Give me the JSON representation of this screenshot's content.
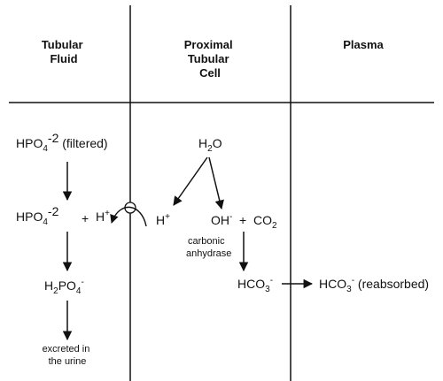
{
  "headers": {
    "col1": [
      "Tubular",
      "Fluid"
    ],
    "col2": [
      "Proximal",
      "Tubular",
      "Cell"
    ],
    "col3": [
      "Plasma"
    ]
  },
  "species": {
    "hpo4_filtered": {
      "base": "HPO",
      "sub": "4",
      "sup": "-2",
      "note": " (filtered)"
    },
    "hpo4": {
      "base": "HPO",
      "sub": "4",
      "sup": "-2"
    },
    "plus_a": "+",
    "h_plus_lumen": {
      "base": "H",
      "sup": "+"
    },
    "h2po4": {
      "pre": "H",
      "sub1": "2",
      "mid": "PO",
      "sub2": "4",
      "sup": "-"
    },
    "excreted": [
      "excreted in",
      "the urine"
    ],
    "h2o": {
      "pre": "H",
      "sub": "2",
      "post": "O"
    },
    "h_plus_cell": {
      "base": "H",
      "sup": "+"
    },
    "oh": {
      "base": "OH",
      "sup": "-"
    },
    "plus_b": "+",
    "co2": {
      "pre": "CO",
      "sub": "2"
    },
    "enzyme": [
      "carbonic",
      "anhydrase"
    ],
    "hco3_cell": {
      "pre": "HCO",
      "sub": "3",
      "sup": "-"
    },
    "hco3_plasma": {
      "pre": "HCO",
      "sub": "3",
      "sup": "-",
      "note": " (reabsorbed)"
    }
  }
}
